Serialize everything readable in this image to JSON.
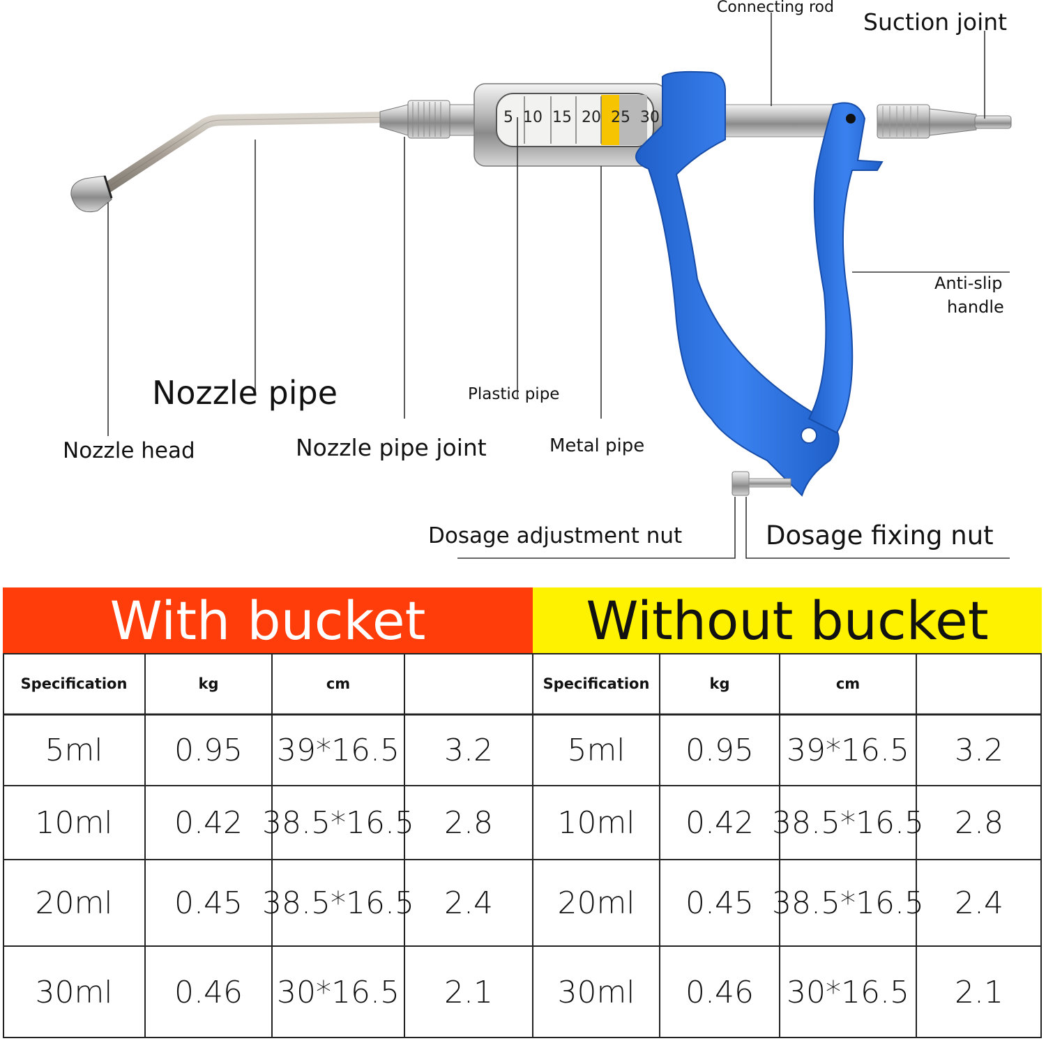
{
  "labels": {
    "connecting_rod": "Connecting rod",
    "suction_joint": "Suction joint",
    "anti_slip_handle_line1": "Anti-slip",
    "anti_slip_handle_line2": "handle",
    "nozzle_pipe": "Nozzle pipe",
    "nozzle_head": "Nozzle head",
    "nozzle_pipe_joint": "Nozzle pipe joint",
    "plastic_pipe": "Plastic pipe",
    "metal_pipe": "Metal pipe",
    "dosage_adjustment_nut": "Dosage adjustment nut",
    "dosage_fixing_nut": "Dosage fixing nut"
  },
  "scale_marks": [
    "5",
    "10",
    "15",
    "20",
    "25",
    "30"
  ],
  "colors": {
    "handle_blue": "#2a6fd6",
    "with_bucket_bg": "#ff3d0a",
    "without_bucket_bg": "#fff200"
  },
  "table": {
    "with_bucket": {
      "title": "With bucket",
      "headers": [
        "Specification",
        "kg",
        "cm",
        ""
      ],
      "rows": [
        [
          "5ml",
          "0.95",
          "39*16.5",
          "3.2"
        ],
        [
          "10ml",
          "0.42",
          "38.5*16.5",
          "2.8"
        ],
        [
          "20ml",
          "0.45",
          "38.5*16.5",
          "2.4"
        ],
        [
          "30ml",
          "0.46",
          "30*16.5",
          "2.1"
        ]
      ]
    },
    "without_bucket": {
      "title": "Without bucket",
      "headers": [
        "Specification",
        "kg",
        "cm",
        ""
      ],
      "rows": [
        [
          "5ml",
          "0.95",
          "39*16.5",
          "3.2"
        ],
        [
          "10ml",
          "0.42",
          "38.5*16.5",
          "2.8"
        ],
        [
          "20ml",
          "0.45",
          "38.5*16.5",
          "2.4"
        ],
        [
          "30ml",
          "0.46",
          "30*16.5",
          "2.1"
        ]
      ]
    }
  }
}
